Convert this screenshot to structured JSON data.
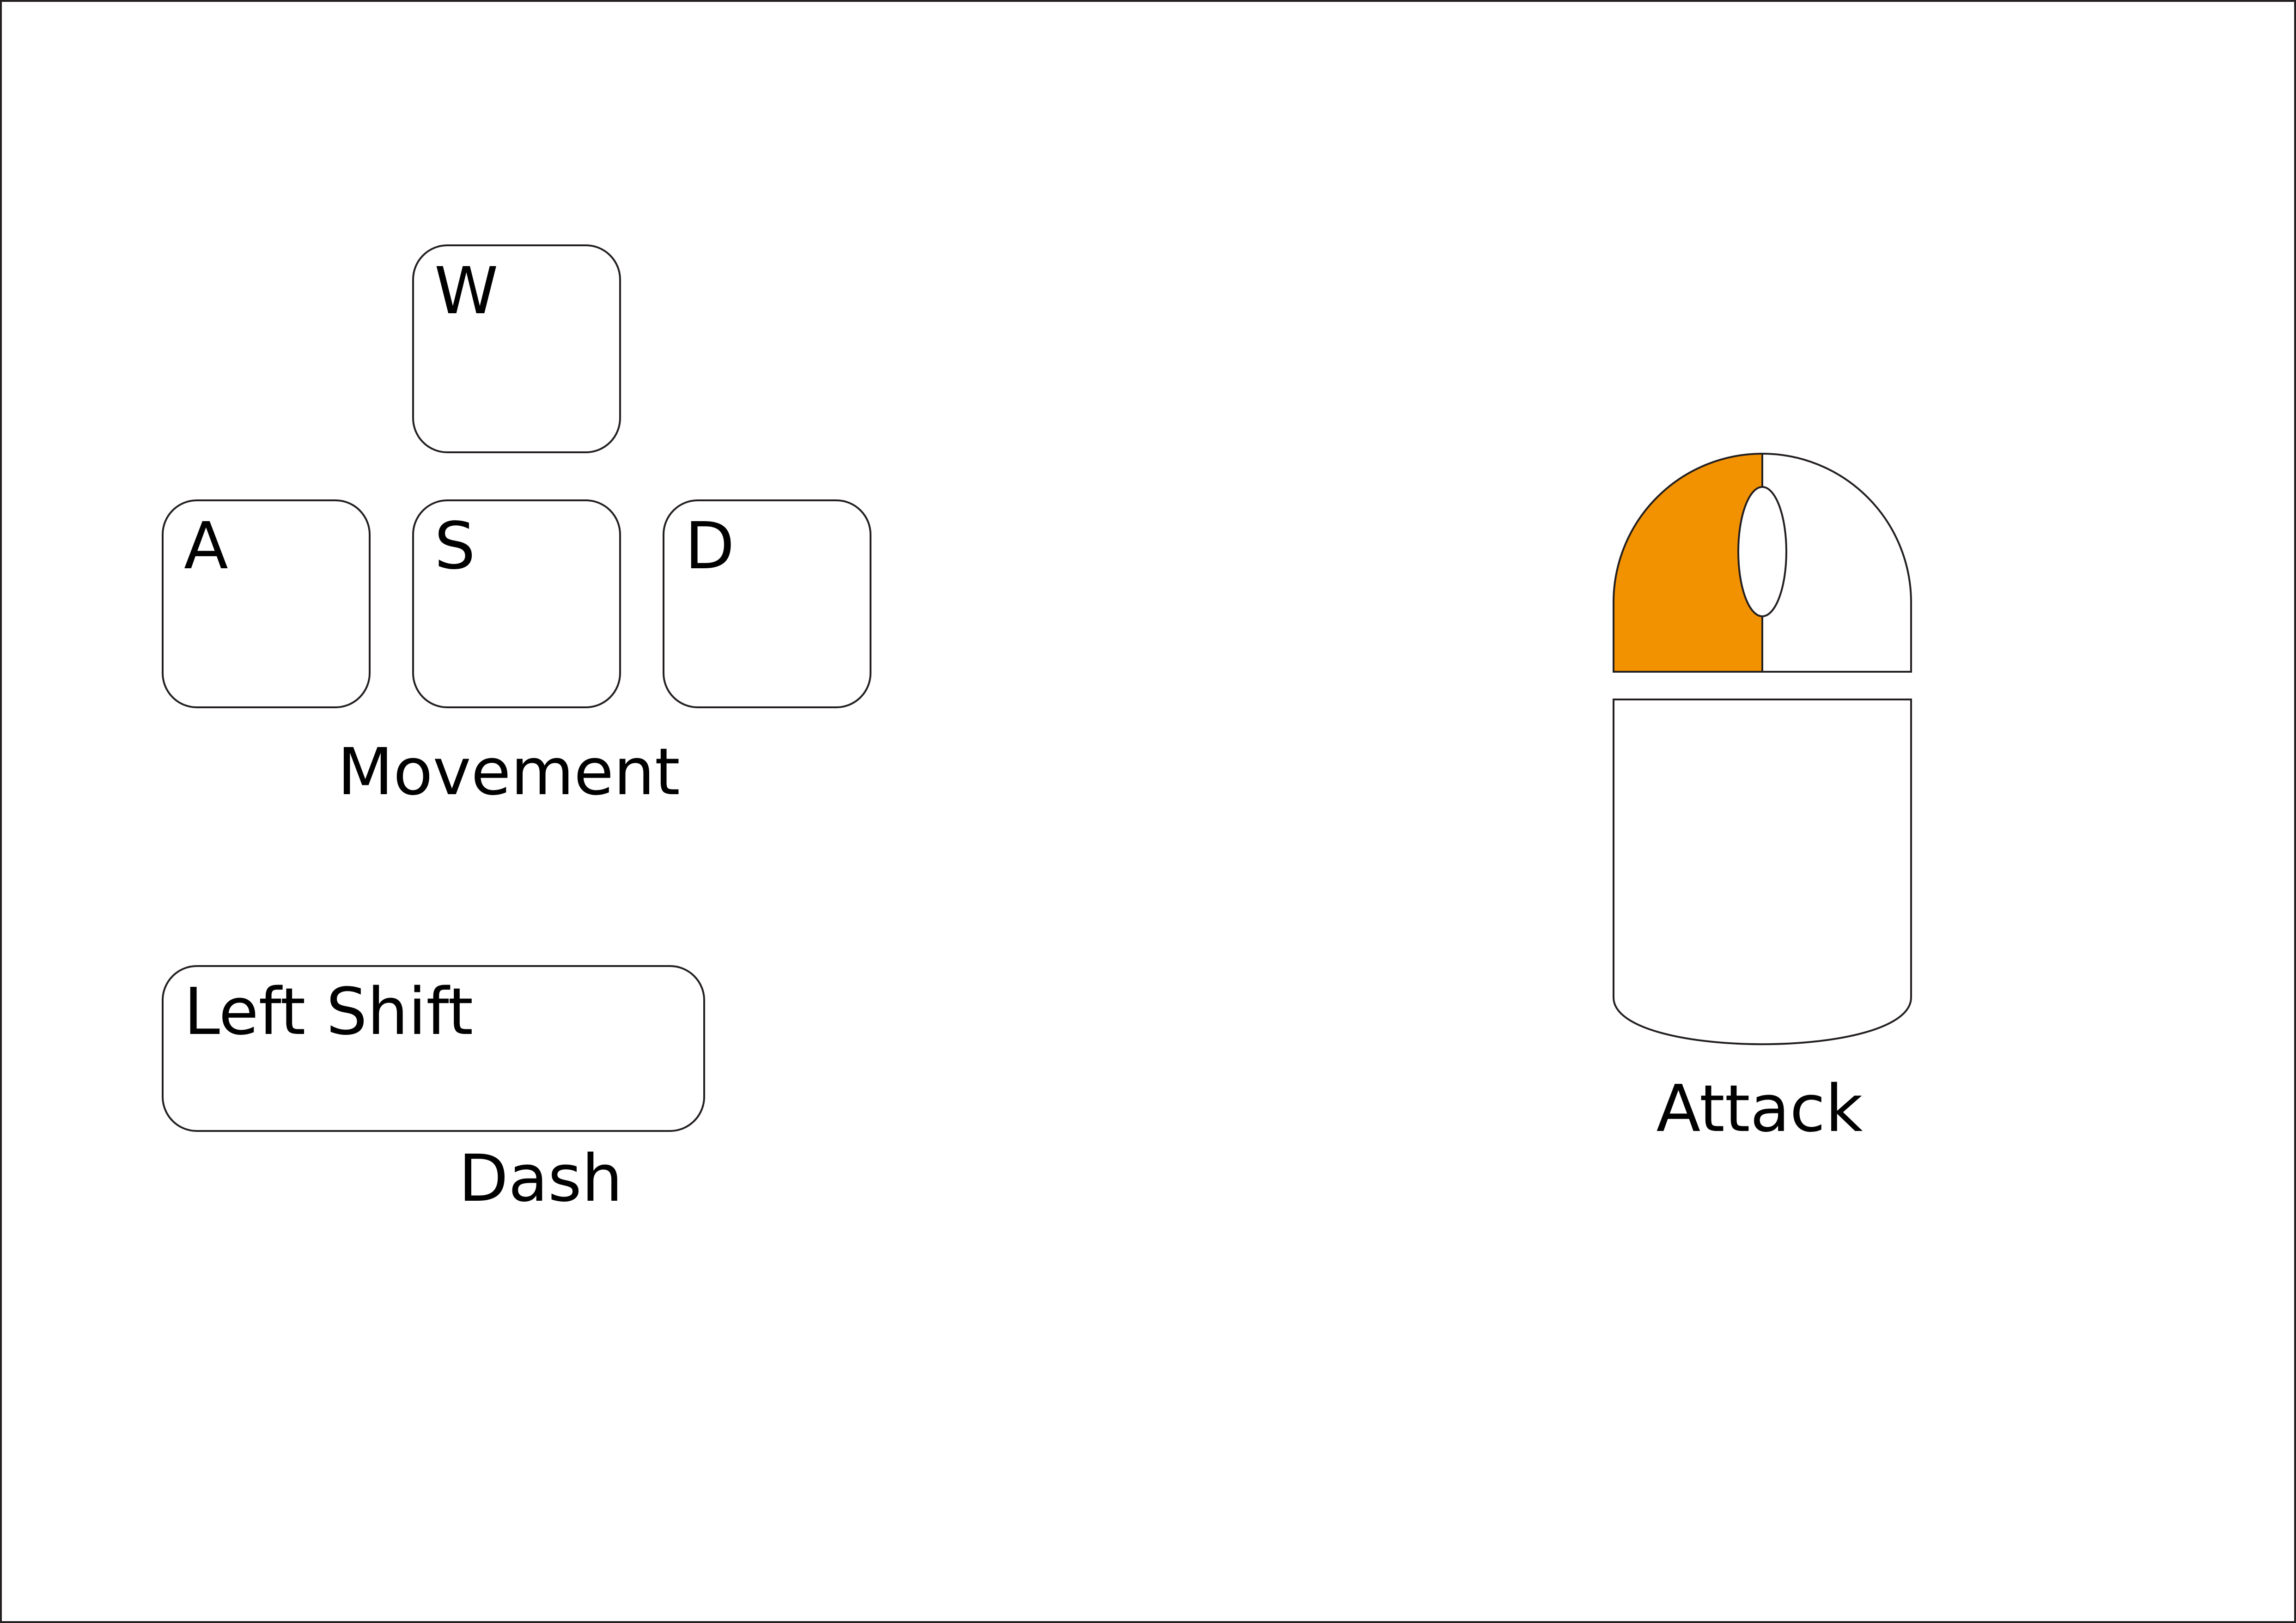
{
  "keys": {
    "w": "W",
    "a": "A",
    "s": "S",
    "d": "D",
    "shift": "Left Shift"
  },
  "captions": {
    "movement": "Movement",
    "dash": "Dash",
    "attack": "Attack"
  },
  "mouse": {
    "highlighted_button": "left",
    "highlight_color": "#f39200",
    "outline_color": "#231f20"
  }
}
